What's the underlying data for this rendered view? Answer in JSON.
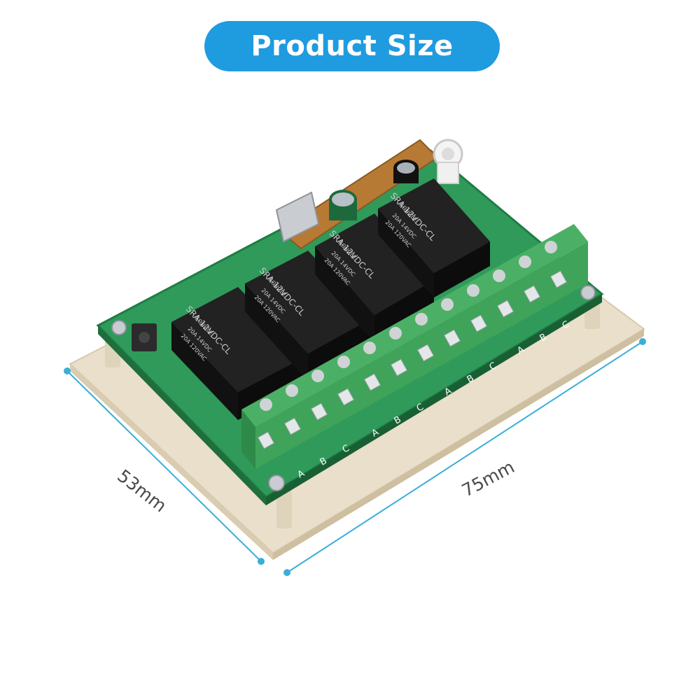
{
  "title": "Product Size",
  "dimensions": {
    "height": "53mm",
    "width": "75mm"
  },
  "relays": [
    {
      "model": "SRA-12VDC-CL",
      "rating": "20A 14VDC",
      "rating2": "20A 120VAC",
      "brand": "SONGLE"
    },
    {
      "model": "SRA-12VDC-CL",
      "rating": "20A 14VDC",
      "rating2": "20A 120VAC",
      "brand": "SONGLE"
    },
    {
      "model": "SRA-12VDC-CL",
      "rating": "20A 14VDC",
      "rating2": "20A 120VAC",
      "brand": "SONGLE"
    },
    {
      "model": "SRA-12VDC-CL",
      "rating": "20A 14VDC",
      "rating2": "20A 120VAC",
      "brand": "SONGLE"
    }
  ],
  "terminal_labels": [
    "A",
    "B",
    "C"
  ],
  "colors": {
    "accent": "#1f9be0",
    "dimension_line": "#3aaed8",
    "pcb": "#2f9a5a",
    "terminal": "#3fa35a",
    "relay": "#1b1b1b",
    "base": "#e8ddc8"
  }
}
